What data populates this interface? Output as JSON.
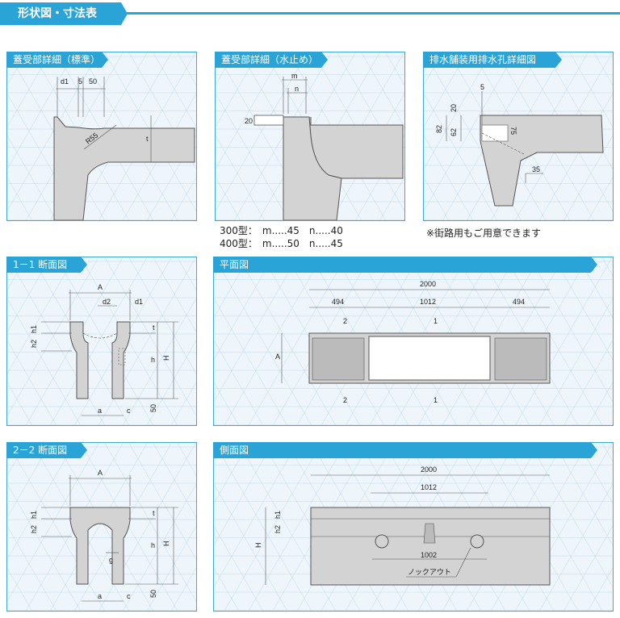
{
  "header": {
    "title": "形状図・寸法表"
  },
  "panels": {
    "p1": {
      "title": "蓋受部詳細（標準）",
      "labels": {
        "d1": "d1",
        "five": "5",
        "fifty": "50",
        "r55": "R55",
        "t": "t"
      }
    },
    "p2": {
      "title": "蓋受部詳細（水止め）",
      "labels": {
        "m": "m",
        "n": "n",
        "twenty": "20"
      }
    },
    "p3": {
      "title": "排水舗装用排水孔詳細図",
      "labels": {
        "five": "5",
        "twenty": "20",
        "eighty_two": "82",
        "sixty_two": "62",
        "seventy_five": "75",
        "thirty_five": "35"
      }
    },
    "p4": {
      "title": "1－1 断面図",
      "labels": {
        "A": "A",
        "d2": "d2",
        "d1": "d1",
        "h1": "h1",
        "h2": "h2",
        "t": "t",
        "h": "h",
        "H": "H",
        "a": "a",
        "c": "c",
        "fifty": "50"
      }
    },
    "p5": {
      "title": "平面図",
      "labels": {
        "total": "2000",
        "left": "494",
        "mid": "1012",
        "right": "494",
        "A": "A",
        "sec2": "2",
        "sec1": "1"
      }
    },
    "p6": {
      "title": "2－2 断面図",
      "labels": {
        "A": "A",
        "h1": "h1",
        "h2": "h2",
        "t": "t",
        "g": "g",
        "h": "h",
        "H": "H",
        "a": "a",
        "c": "c",
        "fifty": "50"
      }
    },
    "p7": {
      "title": "側面図",
      "labels": {
        "total": "2000",
        "mid": "1012",
        "inner": "1002",
        "h1": "h1",
        "h2": "h2",
        "H": "H",
        "knockout": "ノックアウト"
      }
    }
  },
  "notes": {
    "type300": "300型：　m.....45　n.....40",
    "type400": "400型：　m.....50　n.....45",
    "street": "※街路用もご用意できます"
  }
}
